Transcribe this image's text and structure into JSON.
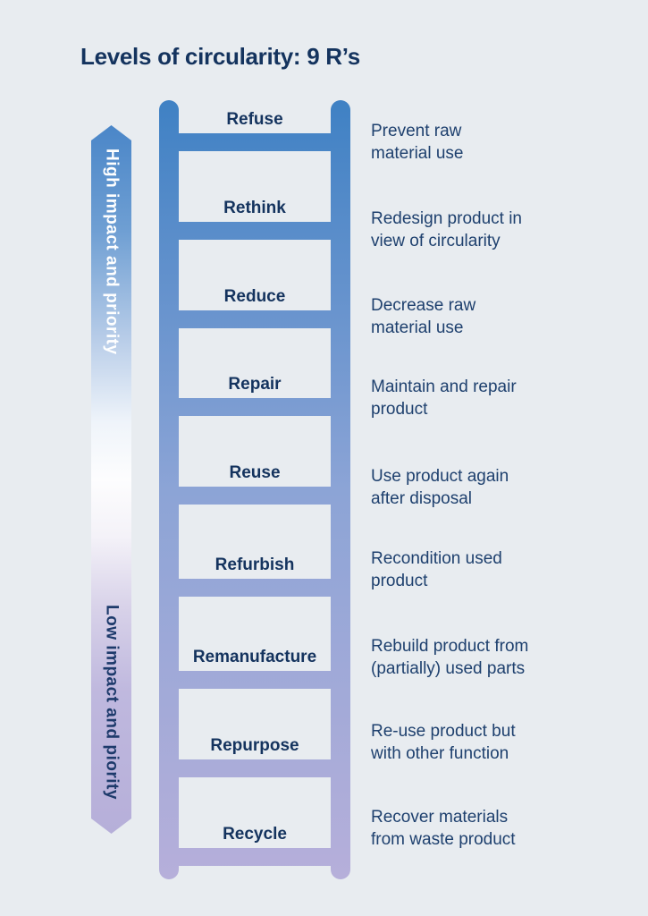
{
  "title": "Levels of circularity: 9 R’s",
  "left_axis": {
    "high_label": "High impact and priority",
    "low_label": "Low impact and piority"
  },
  "steps": [
    {
      "label": "Refuse",
      "description": "Prevent raw\nmaterial use"
    },
    {
      "label": "Rethink",
      "description": "Redesign product in\nview of circularity"
    },
    {
      "label": "Reduce",
      "description": "Decrease raw\nmaterial use"
    },
    {
      "label": "Repair",
      "description": "Maintain and repair\nproduct"
    },
    {
      "label": "Reuse",
      "description": "Use product again\nafter disposal"
    },
    {
      "label": "Refurbish",
      "description": "Recondition used\nproduct"
    },
    {
      "label": "Remanufacture",
      "description": "Rebuild product from\n(partially) used parts"
    },
    {
      "label": "Repurpose",
      "description": "Re-use product but\nwith other function"
    },
    {
      "label": "Recycle",
      "description": "Recover materials\nfrom waste product"
    }
  ],
  "colors": {
    "background": "#e8ecf0",
    "title_text": "#14335e",
    "description_text": "#1e406e",
    "ladder_gradient_top": "#3f81c4",
    "ladder_gradient_middle": "#8ca4d6",
    "ladder_gradient_bottom": "#b6afda",
    "arrow_gradient_top": "#4a86c8",
    "arrow_gradient_middle": "#ffffff",
    "arrow_gradient_bottom": "#b6afd9",
    "high_label_text": "#ffffff",
    "low_label_text": "#1d3a6b"
  }
}
